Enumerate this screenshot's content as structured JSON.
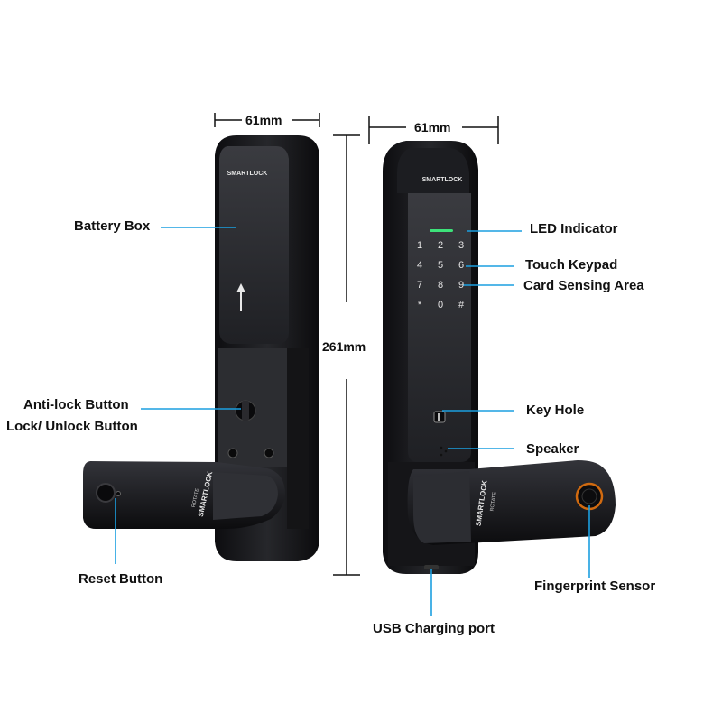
{
  "dimensions": {
    "left_width": "61mm",
    "right_width": "61mm",
    "height": "261mm"
  },
  "left_view": {
    "brand": "SMARTLOCK",
    "handle_brand": "SMARTLOCK",
    "handle_small_text": "ROTATE",
    "labels": {
      "battery_box": "Battery Box",
      "anti_lock_button": "Anti-lock Button",
      "lock_unlock_button": "Lock/ Unlock Button",
      "reset_button": "Reset Button"
    }
  },
  "right_view": {
    "brand": "SMARTLOCK",
    "handle_brand": "SMARTLOCK",
    "handle_small_text": "ROTATE",
    "keypad": [
      "1",
      "2",
      "3",
      "4",
      "5",
      "6",
      "7",
      "8",
      "9",
      "*",
      "0",
      "#"
    ],
    "labels": {
      "led_indicator": "LED Indicator",
      "touch_keypad": "Touch Keypad",
      "card_sensing_area": "Card Sensing Area",
      "key_hole": "Key Hole",
      "speaker": "Speaker",
      "fingerprint_sensor": "Fingerprint Sensor",
      "usb_charging_port": "USB Charging port"
    }
  },
  "colors": {
    "lock_body": "#1b1c1f",
    "lock_panel": "#2b2c31",
    "leader_line": "#1b9fe0",
    "led": "#3de27a",
    "dimension_line": "#111111"
  }
}
